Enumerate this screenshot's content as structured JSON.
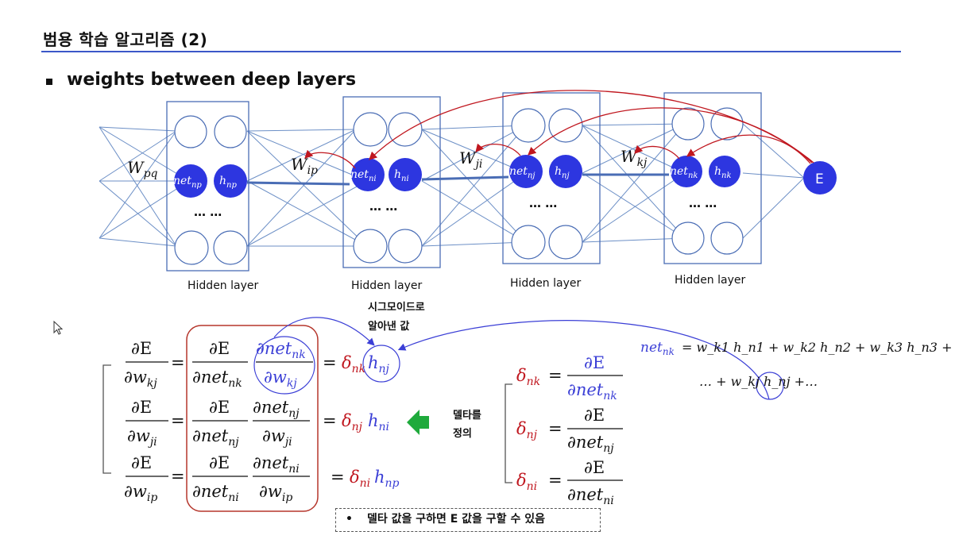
{
  "title": "범용 학습 알고리즘 (2)",
  "bullet": "weights between deep layers",
  "layers": {
    "caption": "Hidden layer",
    "dots": "…   …",
    "weights": {
      "w_pq": {
        "base": "W",
        "sub": "pq"
      },
      "w_ip": {
        "base": "W",
        "sub": "ip"
      },
      "w_ji": {
        "base": "W",
        "sub": "ji"
      },
      "w_kj": {
        "base": "W",
        "sub": "kj"
      }
    },
    "nodes": {
      "l1": {
        "net_base": "net",
        "net_sub": "np",
        "h_base": "h",
        "h_sub": "np"
      },
      "l2": {
        "net_base": "net",
        "net_sub": "ni",
        "h_base": "h",
        "h_sub": "ni"
      },
      "l3": {
        "net_base": "net",
        "net_sub": "nj",
        "h_base": "h",
        "h_sub": "nj"
      },
      "l4": {
        "net_base": "net",
        "net_sub": "nk",
        "h_base": "h",
        "h_sub": "nk"
      }
    },
    "error_node": "E"
  },
  "annotation": {
    "line1": "시그모이드로",
    "line2": "알아낸 값"
  },
  "equations": {
    "partial": "∂E",
    "rows": [
      {
        "w_sub": "kj",
        "net_sub": "nk",
        "num2_sub": "nk",
        "den2_sub": "kj",
        "delta_sub": "nk",
        "h_sub": "nj"
      },
      {
        "w_sub": "ji",
        "net_sub": "nj",
        "num2_sub": "nj",
        "den2_sub": "ji",
        "delta_sub": "nj",
        "h_sub": "ni"
      },
      {
        "w_sub": "ip",
        "net_sub": "ni",
        "num2_sub": "ni",
        "den2_sub": "ip",
        "delta_sub": "ni",
        "h_sub": "np"
      }
    ]
  },
  "delta_label": {
    "line1": "델타를",
    "line2": "정의"
  },
  "definitions": [
    {
      "sub": "nk"
    },
    {
      "sub": "nj"
    },
    {
      "sub": "ni"
    }
  ],
  "net_formula": {
    "lhs_base": "net",
    "lhs_sub": "nk",
    "line1": "= w_k1 h_n1 + w_k2 h_n2 + w_k3 h_n3 +",
    "line2": "… + w_kj h_nj +…"
  },
  "note": "델타 값을 구하면 E 값을 구할 수 있음",
  "colors": {
    "accent_blue": "#3b57c8",
    "node_blue": "#2d36e0",
    "grid_blue": "#5d7fb6",
    "red": "#c0171f",
    "green": "#1faa3c",
    "box_red": "#b5362c"
  }
}
